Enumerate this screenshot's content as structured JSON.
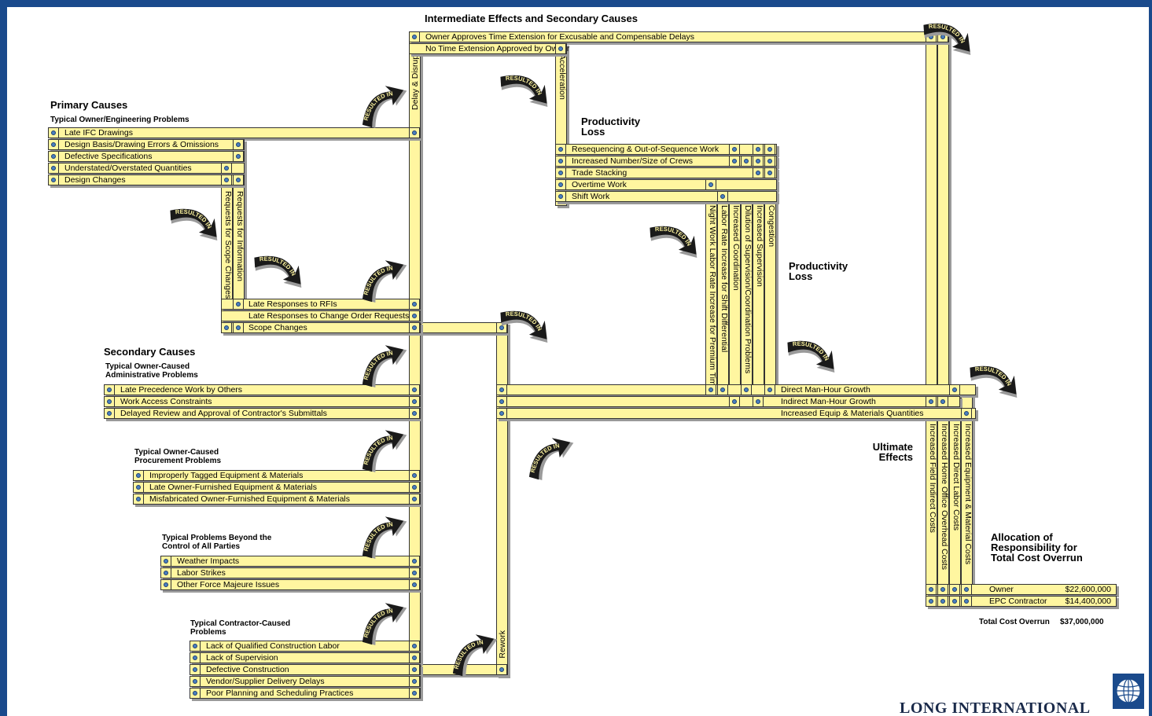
{
  "headings": {
    "intermediate": "Intermediate Effects and Secondary Causes",
    "primary": "Primary Causes",
    "typical_owner_eng": "Typical Owner/Engineering Problems",
    "productivity_loss_1": "Productivity Loss",
    "productivity_loss_2": "Productivity Loss",
    "secondary": "Secondary Causes",
    "owner_admin": "Typical Owner-Caused Administrative Problems",
    "owner_procurement": "Typical Owner-Caused Procurement Problems",
    "beyond_control": "Typical Problems Beyond the Control of All Parties",
    "contractor": "Typical Contractor-Caused Problems",
    "ultimate": "Ultimate Effects",
    "allocation": "Allocation of Responsibility for Total Cost Overrun"
  },
  "arrow_label": "RESULTED IN",
  "intermediate_rows": [
    "Owner Approves Time Extension for Excusable and Compensable Delays",
    "No Time Extension Approved by Owner"
  ],
  "vertical_labels": {
    "delay": "Delay & Disruption",
    "acceleration": "Acceleration",
    "rfi": "Requests for Information",
    "scope_req": "Requests for Scope Changes",
    "rework": "Rework"
  },
  "primary_items": [
    "Late IFC Drawings",
    "Design Basis/Drawing Errors & Omissions",
    "Defective Specifications",
    "Understated/Overstated Quantities",
    "Design Changes"
  ],
  "late_rows": [
    "Late Responses to RFIs",
    "Late Responses to Change Order Requests",
    "Scope Changes"
  ],
  "productivity_items": [
    "Resequencing & Out-of-Sequence Work",
    "Increased Number/Size of Crews",
    "Trade Stacking",
    "Overtime Work",
    "Shift Work"
  ],
  "productivity_columns": [
    "Night Work Labor Rate Increase for Premium Time",
    "Labor Rate Increase for Shift Differential",
    "Increased Coordination",
    "Dilution of Supervision/Coordination Problems",
    "Increased Supervision",
    "Congestion"
  ],
  "admin_items": [
    "Late Precedence Work by Others",
    "Work Access Constraints",
    "Delayed Review and Approval of Contractor's Submittals"
  ],
  "growth_items": [
    "Direct Man-Hour Growth",
    "Indirect Man-Hour Growth",
    "Increased Equip & Materials Quantities"
  ],
  "procurement_items": [
    "Improperly Tagged Equipment & Materials",
    "Late Owner-Furnished Equipment & Materials",
    "Misfabricated Owner-Furnished Equipment & Materials"
  ],
  "beyond_items": [
    "Weather Impacts",
    "Labor Strikes",
    "Other Force Majeure Issues"
  ],
  "contractor_items": [
    "Lack of Qualified Construction Labor",
    "Lack of Supervision",
    "Defective Construction",
    "Vendor/Supplier Delivery Delays",
    "Poor Planning and Scheduling Practices"
  ],
  "cost_columns": [
    "Increased Field Indirect Costs",
    "Increased Home Office Overhead Costs",
    "Increased Direct Labor Costs",
    "Increased Equipment & Material Costs"
  ],
  "allocation": [
    {
      "party": "Owner",
      "amount": "$22,600,000"
    },
    {
      "party": "EPC Contractor",
      "amount": "$14,400,000"
    }
  ],
  "total": {
    "label": "Total Cost Overrun",
    "amount": "$37,000,000"
  },
  "logo_text": "LONG INTERNATIONAL",
  "colors": {
    "frame": "#1a4a8c",
    "box": "#fff6a0",
    "dot": "#4a7fc0",
    "arrow": "#1a1a1a"
  }
}
